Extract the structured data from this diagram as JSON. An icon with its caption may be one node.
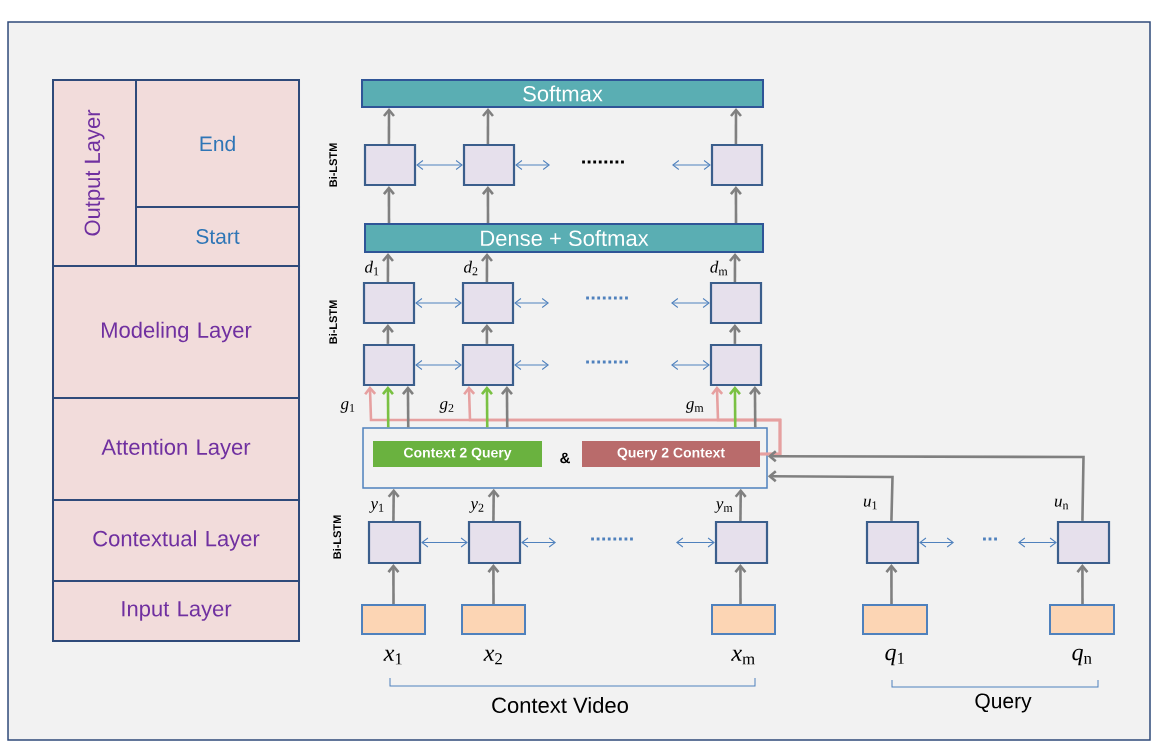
{
  "diagram": {
    "nodes": [
      {
        "text": [
          "Output Layer"
        ]
      },
      {
        "text": [
          "End"
        ]
      },
      {
        "text": [
          "Start"
        ]
      },
      {
        "text": [
          "Modeling Layer"
        ]
      },
      {
        "text": [
          "Attention Layer"
        ]
      },
      {
        "text": [
          "Contextual Layer"
        ]
      },
      {
        "text": [
          "Input Layer"
        ]
      },
      {
        "text": [
          "Softmax"
        ]
      },
      {
        "text": [],
        "shape": "box"
      },
      {
        "text": [],
        "shape": "box"
      },
      {
        "text": [],
        "shape": "box"
      },
      {
        "text": [
          "Dense + Softmax"
        ]
      },
      {
        "text": [],
        "shape": "box"
      },
      {
        "text": [],
        "shape": "box"
      },
      {
        "text": [],
        "shape": "box"
      },
      {
        "text": [],
        "shape": "box"
      },
      {
        "text": [],
        "shape": "box"
      },
      {
        "text": [],
        "shape": "box"
      },
      {
        "text": [
          "&"
        ]
      },
      {
        "text": [
          "Context 2 Query"
        ],
        "in": 18
      },
      {
        "text": [
          "Query 2 Context"
        ],
        "in": 18
      },
      {
        "text": [],
        "shape": "box"
      },
      {
        "text": [],
        "shape": "box"
      },
      {
        "text": [],
        "shape": "box"
      },
      {
        "text": [],
        "shape": "box"
      },
      {
        "text": [],
        "shape": "box"
      },
      {
        "text": [],
        "shape": "box",
        "beside": [
          "*x*$_{1}$"
        ]
      },
      {
        "text": [],
        "shape": "box",
        "beside": [
          "*x*$_{2}$"
        ]
      },
      {
        "text": [],
        "shape": "box",
        "beside": [
          "*x*$_{m}$"
        ]
      },
      {
        "text": [],
        "shape": "box",
        "beside": [
          "*q*$_{1}$"
        ]
      },
      {
        "text": [],
        "shape": "box",
        "beside": [
          "*q*$_{n}$"
        ]
      }
    ],
    "edges": [
      {
        "from": 8,
        "to": 7,
        "arrow": "to"
      },
      {
        "from": 9,
        "to": 7,
        "arrow": "to"
      },
      {
        "from": 10,
        "to": 7,
        "arrow": "to"
      },
      {
        "from": 11,
        "to": 8,
        "arrow": "to"
      },
      {
        "from": 11,
        "to": 9,
        "arrow": "to"
      },
      {
        "from": 11,
        "to": 10,
        "arrow": "to"
      },
      {
        "from": 8,
        "to": 9,
        "arrow": "both",
        "color": "#4f81bd"
      },
      {
        "from": 9,
        "to": null,
        "arrow": "both",
        "color": "#4f81bd"
      },
      {
        "from": null,
        "to": 10,
        "arrow": "both",
        "color": "#4f81bd"
      },
      {
        "from": 12,
        "to": 11,
        "arrow": "to",
        "label": "*d*$_{1}$"
      },
      {
        "from": 13,
        "to": 11,
        "arrow": "to",
        "label": "*d*$_{2}$"
      },
      {
        "from": 14,
        "to": 11,
        "arrow": "to",
        "label": "*d*$_{m}$"
      },
      {
        "from": 12,
        "to": 13,
        "arrow": "both",
        "color": "#4f81bd"
      },
      {
        "from": 13,
        "to": null,
        "arrow": "both",
        "color": "#4f81bd"
      },
      {
        "from": null,
        "to": 14,
        "arrow": "both",
        "color": "#4f81bd"
      },
      {
        "from": 15,
        "to": 12,
        "arrow": "to"
      },
      {
        "from": 16,
        "to": 13,
        "arrow": "to"
      },
      {
        "from": 17,
        "to": 14,
        "arrow": "to"
      },
      {
        "from": 15,
        "to": 16,
        "arrow": "both",
        "color": "#4f81bd"
      },
      {
        "from": 16,
        "to": null,
        "arrow": "both",
        "color": "#4f81bd"
      },
      {
        "from": null,
        "to": 17,
        "arrow": "both",
        "color": "#4f81bd"
      },
      {
        "from": 20,
        "to": 15,
        "arrow": "to",
        "label": "*g*$_{1}$",
        "color": "#e6a0a0"
      },
      {
        "from": 20,
        "to": 16,
        "arrow": "to",
        "label": "*g*$_{2}$",
        "color": "#e6a0a0"
      },
      {
        "from": 20,
        "to": 17,
        "arrow": "to",
        "label": "*g*$_{m}$",
        "color": "#e6a0a0"
      },
      {
        "from": 18,
        "to": 15,
        "arrow": "to",
        "color": "#7ac143"
      },
      {
        "from": 18,
        "to": 16,
        "arrow": "to",
        "color": "#7ac143"
      },
      {
        "from": 18,
        "to": 17,
        "arrow": "to",
        "color": "#7ac143"
      },
      {
        "from": 18,
        "to": 15,
        "arrow": "to"
      },
      {
        "from": 18,
        "to": 16,
        "arrow": "to"
      },
      {
        "from": 18,
        "to": 17,
        "arrow": "to"
      },
      {
        "from": 21,
        "to": 18,
        "arrow": "to",
        "label": "*y*$_{1}$"
      },
      {
        "from": 22,
        "to": 18,
        "arrow": "to",
        "label": "*y*$_{2}$"
      },
      {
        "from": 23,
        "to": 18,
        "arrow": "to",
        "label": "*y*$_{m}$"
      },
      {
        "from": 24,
        "to": 18,
        "arrow": "to",
        "label": "*u*$_{1}$"
      },
      {
        "from": 25,
        "to": 18,
        "arrow": "to",
        "label": "*u*$_{n}$"
      },
      {
        "from": 21,
        "to": 22,
        "arrow": "both",
        "color": "#4f81bd"
      },
      {
        "from": 22,
        "to": null,
        "arrow": "both",
        "color": "#4f81bd"
      },
      {
        "from": null,
        "to": 23,
        "arrow": "both",
        "color": "#4f81bd"
      },
      {
        "from": 24,
        "to": null,
        "arrow": "both",
        "color": "#4f81bd"
      },
      {
        "from": null,
        "to": 25,
        "arrow": "both",
        "color": "#4f81bd"
      },
      {
        "from": 26,
        "to": 21,
        "arrow": "to"
      },
      {
        "from": 27,
        "to": 22,
        "arrow": "to"
      },
      {
        "from": 28,
        "to": 23,
        "arrow": "to"
      },
      {
        "from": 29,
        "to": 24,
        "arrow": "to"
      },
      {
        "from": 30,
        "to": 25,
        "arrow": "to"
      }
    ],
    "labels": [
      "Bi-LSTM",
      "........",
      "Bi-LSTM",
      "........",
      "........",
      "Bi-LSTM",
      "........",
      "...",
      "Context Video",
      "Query"
    ]
  }
}
